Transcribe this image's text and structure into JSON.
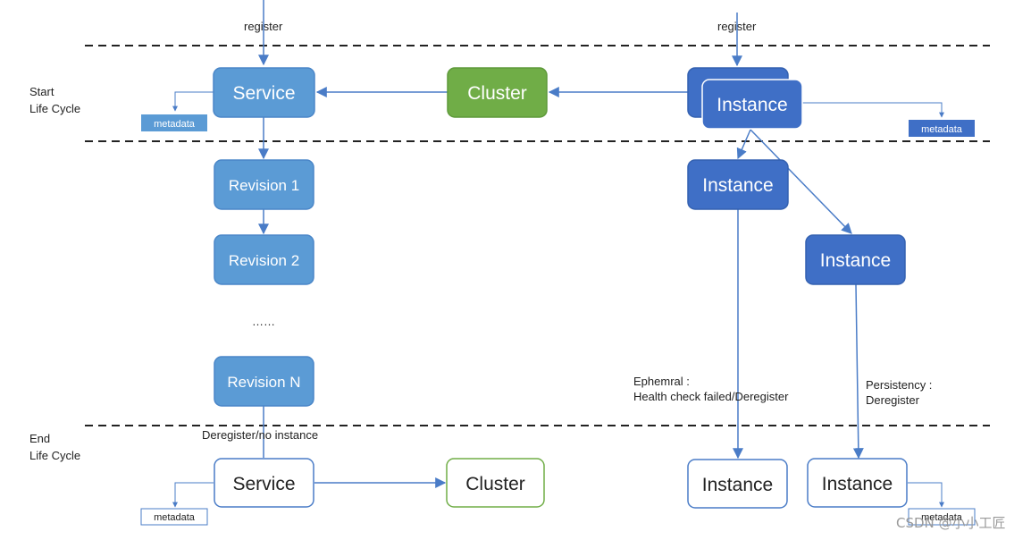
{
  "colors": {
    "line": "#4a7cc7",
    "dashed": "#222222",
    "service_fill": "#5b9bd5",
    "cluster_fill": "#70ad47",
    "instance_fill": "#3f6fc6",
    "end_service_stroke": "#4a7cc7",
    "end_cluster_stroke": "#70ad47",
    "text_dark": "#222222"
  },
  "labels": {
    "register_left": "register",
    "register_right": "register",
    "start_life_cycle_line1": "Start",
    "start_life_cycle_line2": "Life Cycle",
    "end_life_cycle_line1": "End",
    "end_life_cycle_line2": "Life Cycle",
    "ellipsis": "……",
    "deregister_no_instance": "Deregister/no instance",
    "ephemeral_line1": "Ephemral :",
    "ephemeral_line2": "Health check failed/Deregister",
    "persistency_line1": "Persistency :",
    "persistency_line2": "Deregister"
  },
  "nodes": {
    "service_start": "Service",
    "cluster_start": "Cluster",
    "instance_start": "Instance",
    "revision_1": "Revision 1",
    "revision_2": "Revision 2",
    "revision_n": "Revision N",
    "instance_ephemeral": "Instance",
    "instance_persistent": "Instance",
    "service_end": "Service",
    "cluster_end": "Cluster",
    "instance_end_ephemeral": "Instance",
    "instance_end_persistent": "Instance"
  },
  "metadata_tags": {
    "service_start": "metadata",
    "instance_start": "metadata",
    "service_end": "metadata",
    "instance_end": "metadata"
  },
  "watermark": "CSDN @小小工匠"
}
